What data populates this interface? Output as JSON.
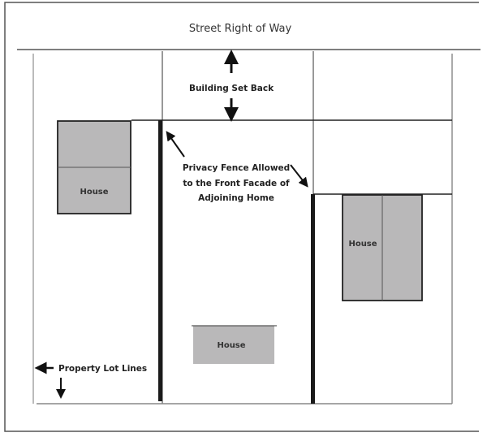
{
  "diagram": {
    "title": "Street Right of Way",
    "labels": {
      "setback": "Building Set Back",
      "fence_line1": "Privacy Fence Allowed",
      "fence_line2": "to the Front Facade of",
      "fence_line3": "Adjoining Home",
      "lot_lines": "Property Lot Lines"
    },
    "houses": [
      {
        "id": "left",
        "label": "House"
      },
      {
        "id": "right",
        "label": "House"
      },
      {
        "id": "center",
        "label": "House"
      }
    ],
    "colors": {
      "house_fill": "#b9b8b9",
      "line": "#222222",
      "lot_line": "#666666"
    }
  }
}
